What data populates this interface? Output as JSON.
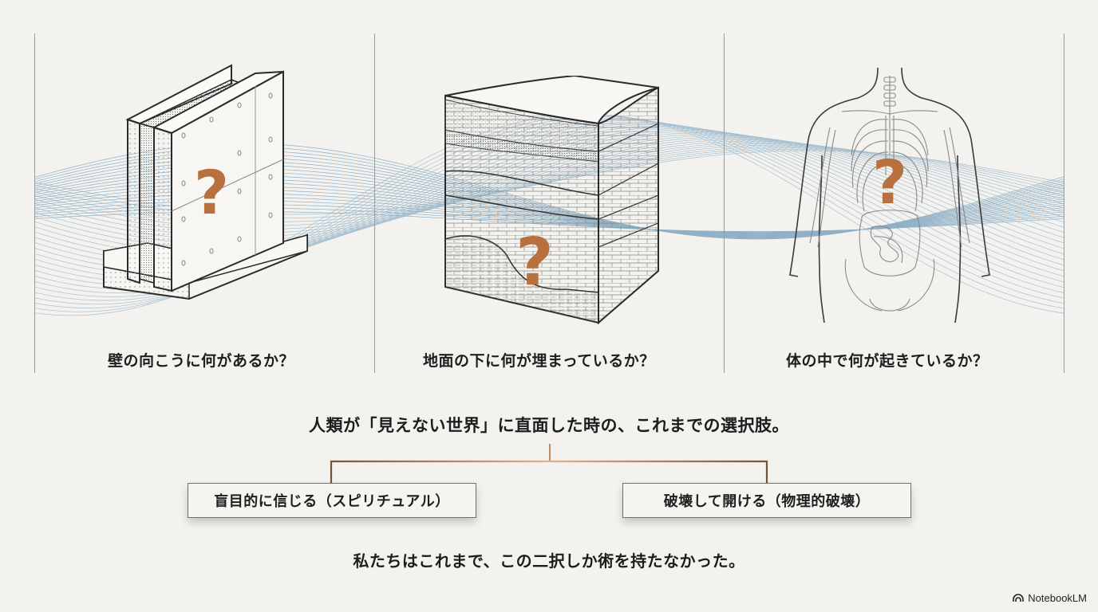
{
  "slide": {
    "background": "#f3f2ee",
    "accent_color": "#b8703f",
    "wave_color": "#8fb0c6"
  },
  "panels": [
    {
      "id": "wall",
      "illustration": "concrete-wall-icon",
      "overlay": "question-mark",
      "caption": "壁の向こうに何があるか？"
    },
    {
      "id": "ground",
      "illustration": "soil-layers-icon",
      "overlay": "question-mark",
      "caption": "地面の下に何が埋まっているか？"
    },
    {
      "id": "body",
      "illustration": "human-anatomy-icon",
      "overlay": "question-mark",
      "caption": "体の中で何が起きているか？"
    }
  ],
  "question_mark": "?",
  "headline": "人類が「見えない世界」に直面した時の、これまでの選択肢。",
  "options": [
    {
      "label": "盲目的に信じる（スピリチュアル）"
    },
    {
      "label": "破壊して開ける（物理的破壊）"
    }
  ],
  "conclusion": "私たちはこれまで、この二択しか術を持たなかった。",
  "brand": {
    "icon": "notebooklm-logo-icon",
    "name": "NotebookLM"
  }
}
